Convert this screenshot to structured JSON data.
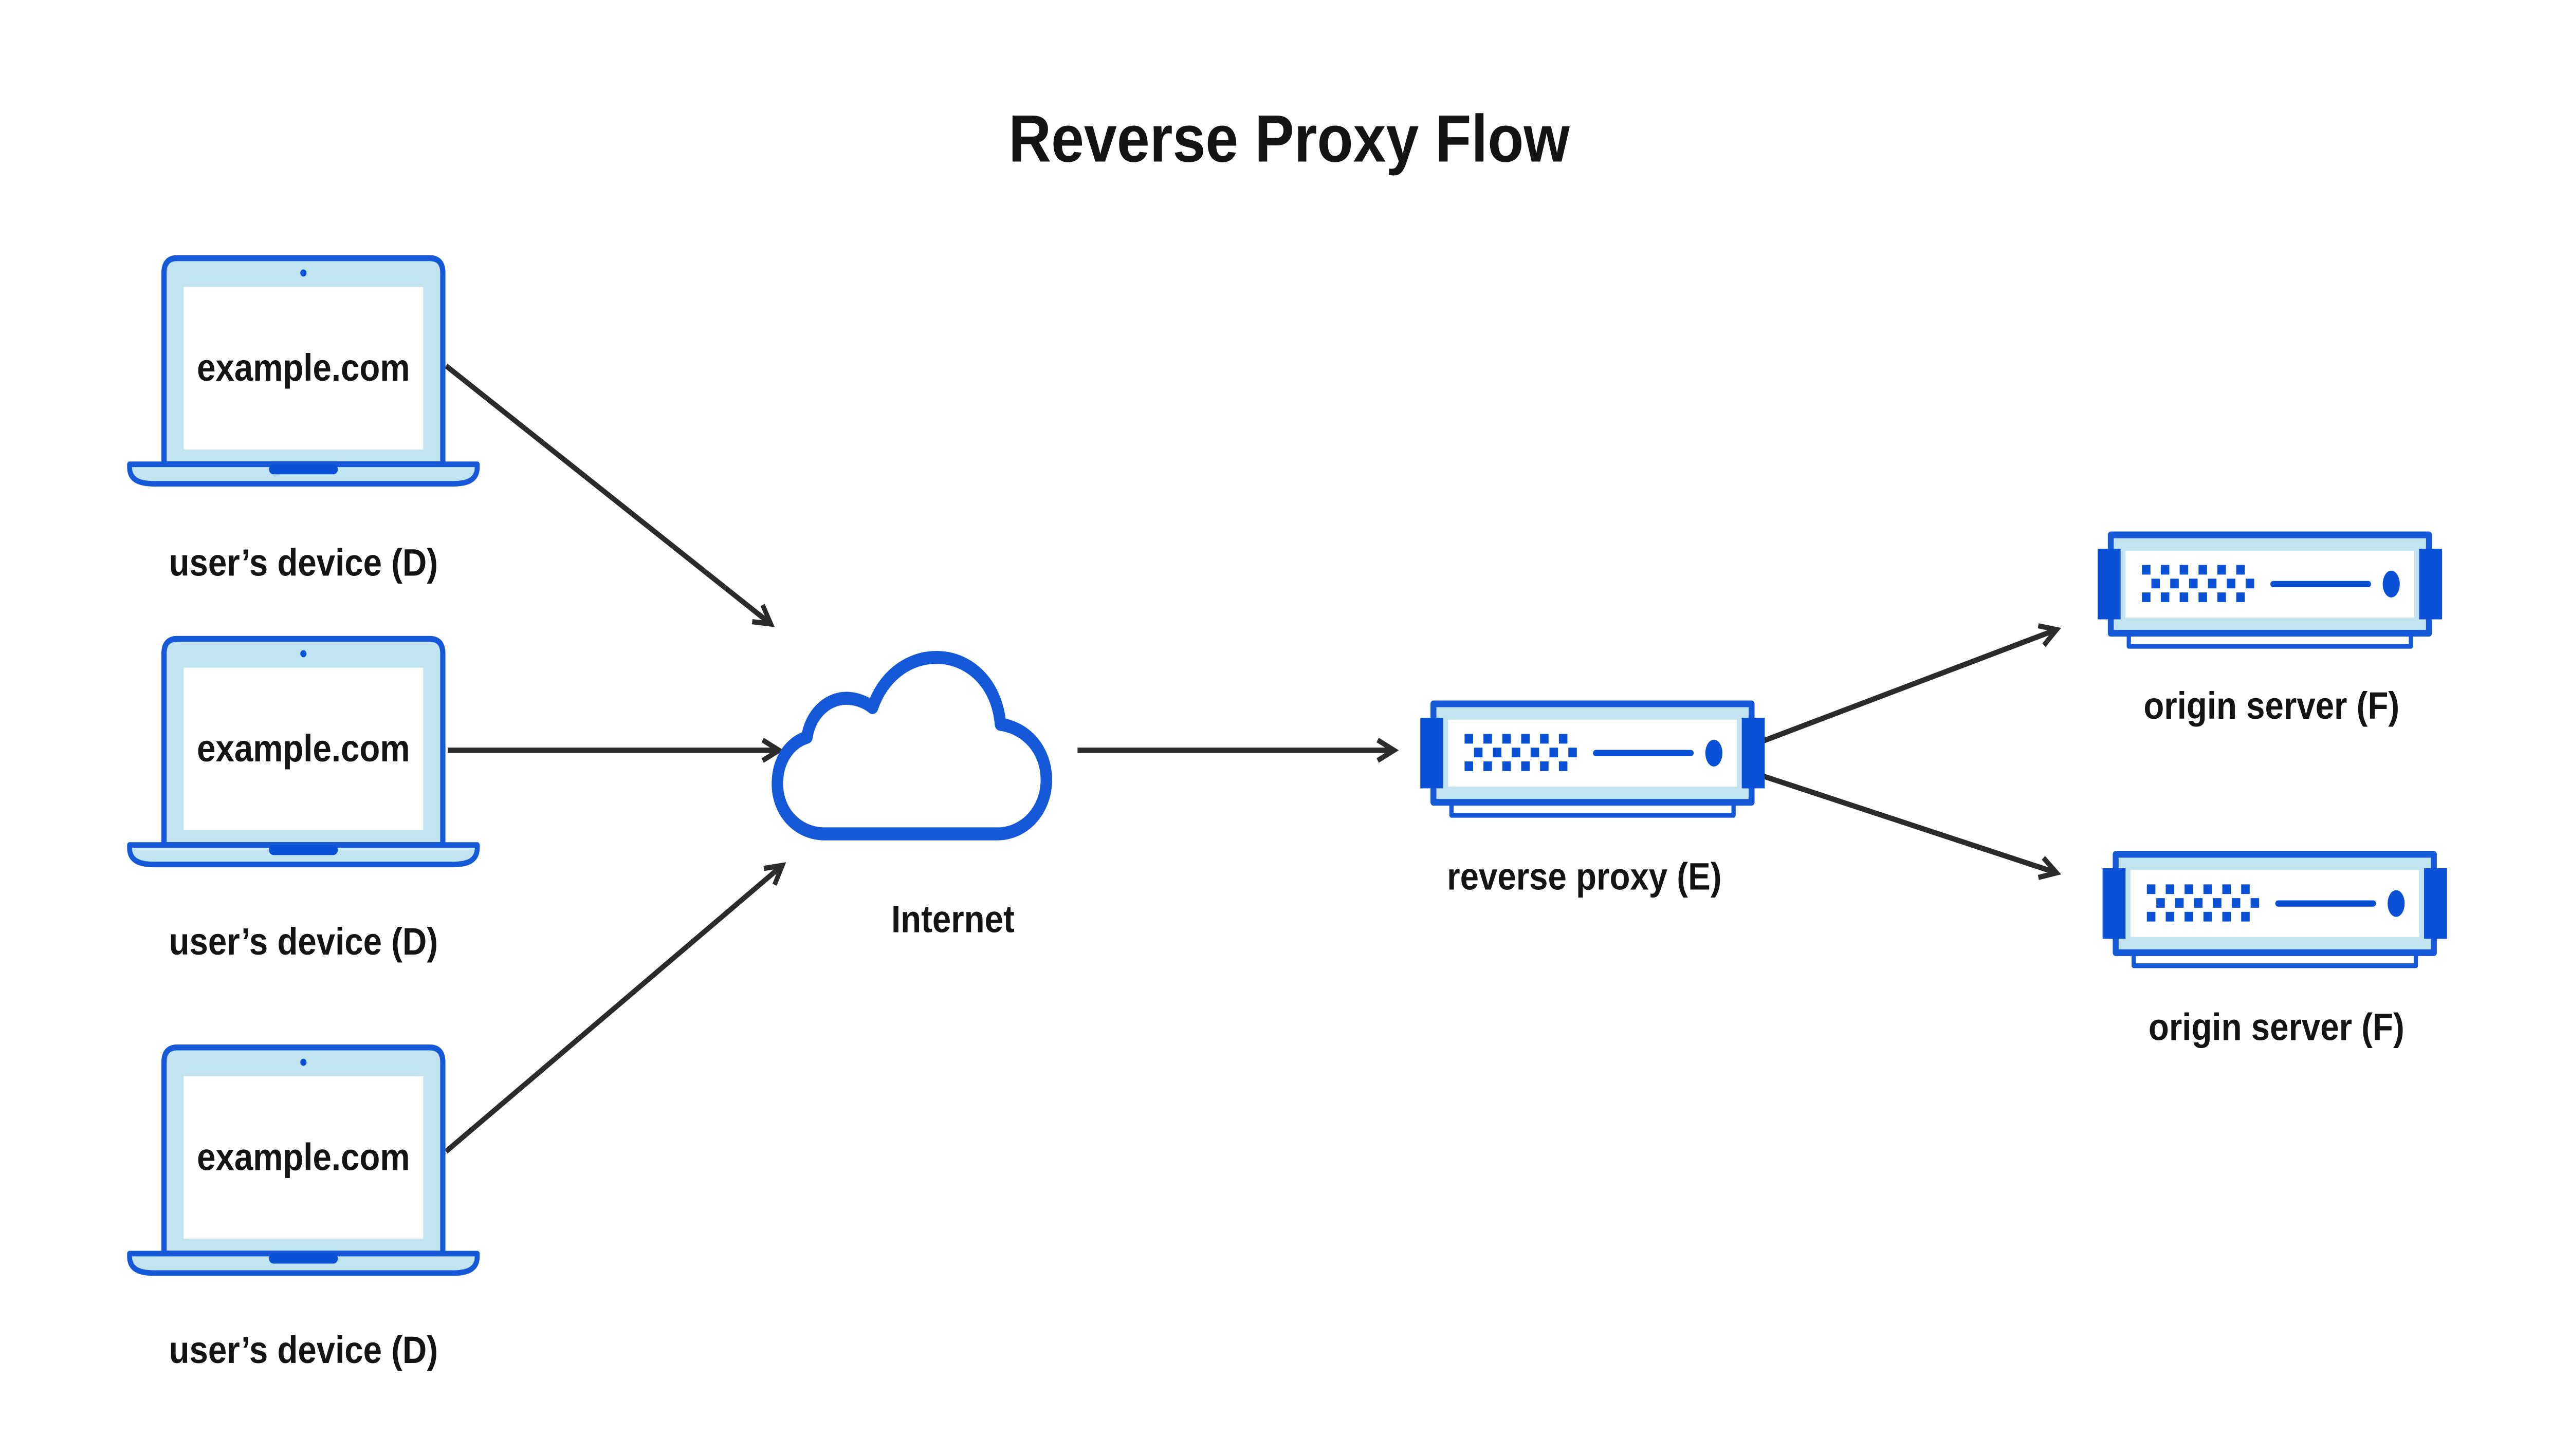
{
  "title": "Reverse Proxy Flow",
  "diagram_type": "network-flow-diagram",
  "colors": {
    "blue": "#1659d8",
    "blue_deep": "#0b51d6",
    "light_blue": "#c2e3f0",
    "arrow": "#2b2b2b",
    "text": "#141414",
    "background": "#ffffff"
  },
  "icons": {
    "device": "laptop-icon",
    "internet": "cloud-icon",
    "server": "rack-server-icon"
  },
  "nodes": {
    "devices": [
      {
        "id": "user-device-1",
        "screen_text": "example.com",
        "label": "user’s device (D)"
      },
      {
        "id": "user-device-2",
        "screen_text": "example.com",
        "label": "user’s device (D)"
      },
      {
        "id": "user-device-3",
        "screen_text": "example.com",
        "label": "user’s device (D)"
      }
    ],
    "internet": {
      "id": "internet",
      "label": "Internet"
    },
    "reverse_proxy": {
      "id": "reverse-proxy",
      "label": "reverse proxy (E)"
    },
    "origin_servers": [
      {
        "id": "origin-server-1",
        "label": "origin server (F)"
      },
      {
        "id": "origin-server-2",
        "label": "origin server (F)"
      }
    ]
  },
  "edges": [
    {
      "from": "user-device-1",
      "to": "internet"
    },
    {
      "from": "user-device-2",
      "to": "internet"
    },
    {
      "from": "user-device-3",
      "to": "internet"
    },
    {
      "from": "internet",
      "to": "reverse-proxy"
    },
    {
      "from": "reverse-proxy",
      "to": "origin-server-1"
    },
    {
      "from": "reverse-proxy",
      "to": "origin-server-2"
    }
  ]
}
